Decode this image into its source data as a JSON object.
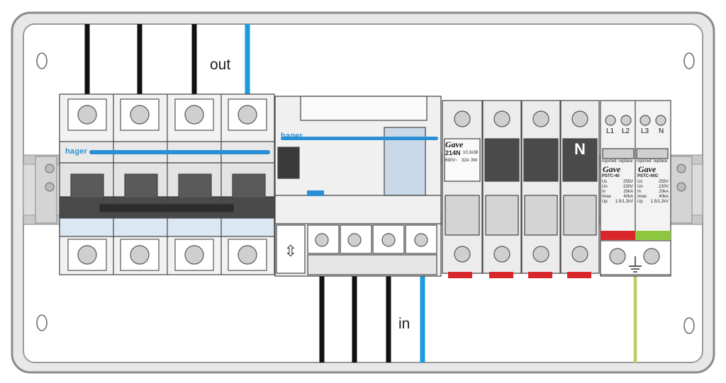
{
  "labels": {
    "out": "out",
    "in": "in"
  },
  "breaker_brand": "hager",
  "fuse_holder": {
    "brand": "Gave",
    "model": "214N",
    "size": "10,3x38",
    "rating_left": "690V~",
    "rating_mid": "32A",
    "rating_right": "3W",
    "neutral_mark": "N"
  },
  "spd": {
    "terminals": [
      "L1",
      "L2",
      "L3",
      "N"
    ],
    "replace_note": "rojo/red: replace",
    "brand": "Gave",
    "left": {
      "model": "PSTC-40",
      "specs": [
        {
          "k": "Uc",
          "v": "255V"
        },
        {
          "k": "Un",
          "v": "230V"
        },
        {
          "k": "In",
          "v": "20kA"
        },
        {
          "k": "Imax",
          "v": "40kA"
        },
        {
          "k": "Up",
          "v": "1.5/1.2kV"
        }
      ]
    },
    "right": {
      "model": "PSTC-40G",
      "specs": [
        {
          "k": "Uc",
          "v": "255V"
        },
        {
          "k": "Un",
          "v": "230V"
        },
        {
          "k": "In",
          "v": "20kA"
        },
        {
          "k": "Imax",
          "v": "40kA"
        },
        {
          "k": "Up",
          "v": "1.5/1.2kV"
        }
      ]
    }
  },
  "colors": {
    "enclosure": "#e9e9e9",
    "enclosure_border": "#8c8c8c",
    "wire_black": "#111111",
    "wire_blue": "#1a9be0",
    "wire_earth": "#c9d97a",
    "hager_blue": "#2a8fd4",
    "indicator_red": "#d9262b",
    "indicator_green": "#8dc63f"
  }
}
